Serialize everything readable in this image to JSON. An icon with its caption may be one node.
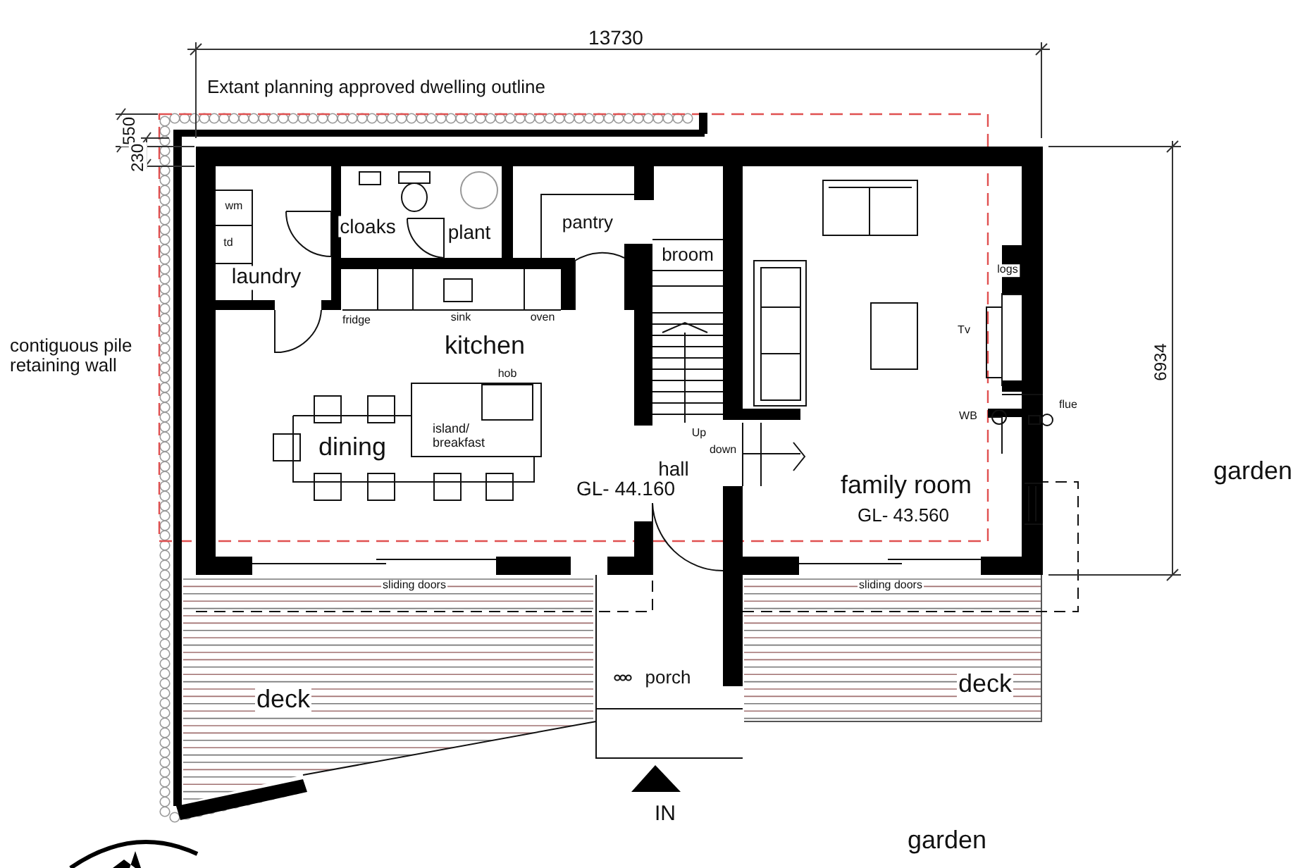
{
  "diagram": {
    "labels": [
      "13730",
      "Extant planning approved dwelling outline",
      "550",
      "230",
      "wm",
      "td",
      "cloaks",
      "plant",
      "pantry",
      "broom",
      "laundry",
      "logs",
      "fridge",
      "sink",
      "oven",
      "kitchen",
      "contiguous pile retaining wall",
      "Tv",
      "hob",
      "6934",
      "WB",
      "flue",
      "Up",
      "island/ breakfast",
      "dining",
      "down",
      "hall",
      "garden",
      "family room",
      "GL- 44.160",
      "GL- 43.560",
      "sliding doors",
      "sliding doors",
      "porch",
      "deck",
      "deck",
      "IN",
      "garden"
    ]
  }
}
